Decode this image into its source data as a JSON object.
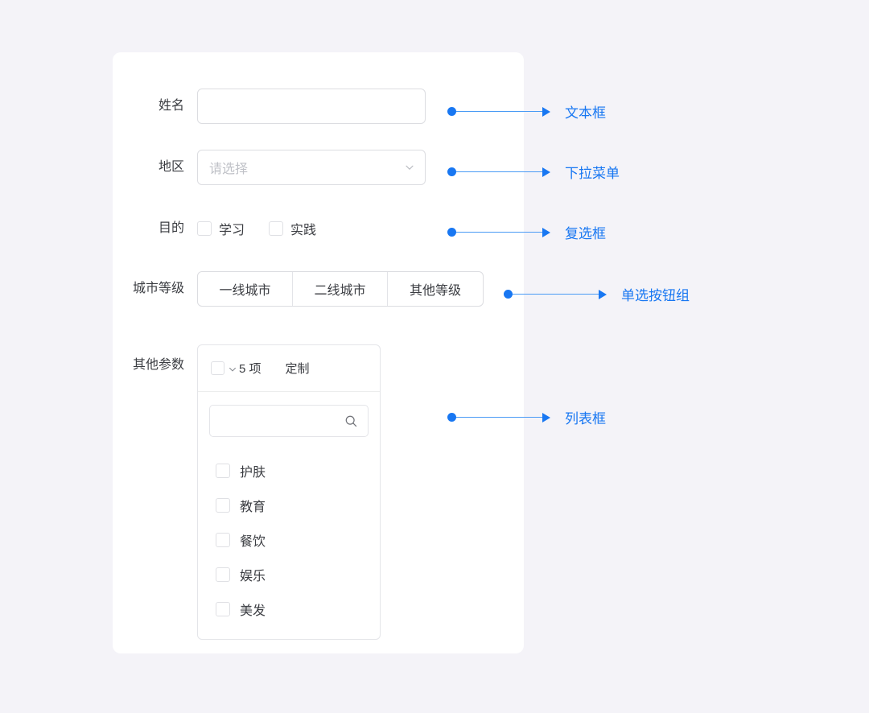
{
  "theme": {
    "page_bg": "#f4f3f8",
    "card_bg": "#ffffff",
    "accent": "#1877f2",
    "line": "#4a9bf5",
    "text": "#3b3d42",
    "placeholder": "#bfc1c7",
    "border": "#dcdde1"
  },
  "form": {
    "name_row": {
      "label": "姓名",
      "input_value": "",
      "placeholder": ""
    },
    "region_row": {
      "label": "地区",
      "selected_value": "请选择",
      "chevron_icon": "chevron-down-icon"
    },
    "purpose_row": {
      "label": "目的",
      "options": [
        {
          "text": "学习",
          "checked": false
        },
        {
          "text": "实践",
          "checked": false
        }
      ]
    },
    "city_row": {
      "label": "城市等级",
      "options": [
        {
          "text": "一线城市",
          "selected": false
        },
        {
          "text": "二线城市",
          "selected": false
        },
        {
          "text": "其他等级",
          "selected": false
        }
      ]
    },
    "other_row": {
      "label": "其他参数",
      "listbox": {
        "header": {
          "select_all_checked": false,
          "chevron_icon": "chevron-down-icon",
          "count_text": "5 项",
          "custom_label": "定制"
        },
        "search": {
          "value": "",
          "placeholder": "",
          "icon": "search-icon"
        },
        "items": [
          {
            "text": "护肤",
            "checked": false
          },
          {
            "text": "教育",
            "checked": false
          },
          {
            "text": "餐饮",
            "checked": false
          },
          {
            "text": "娱乐",
            "checked": false
          },
          {
            "text": "美发",
            "checked": false
          }
        ]
      }
    }
  },
  "annotations": [
    {
      "text": "文本框",
      "target": "name-input"
    },
    {
      "text": "下拉菜单",
      "target": "region-select"
    },
    {
      "text": "复选框",
      "target": "purpose-checkboxes"
    },
    {
      "text": "单选按钮组",
      "target": "city-radio-group"
    },
    {
      "text": "列表框",
      "target": "other-listbox"
    }
  ]
}
